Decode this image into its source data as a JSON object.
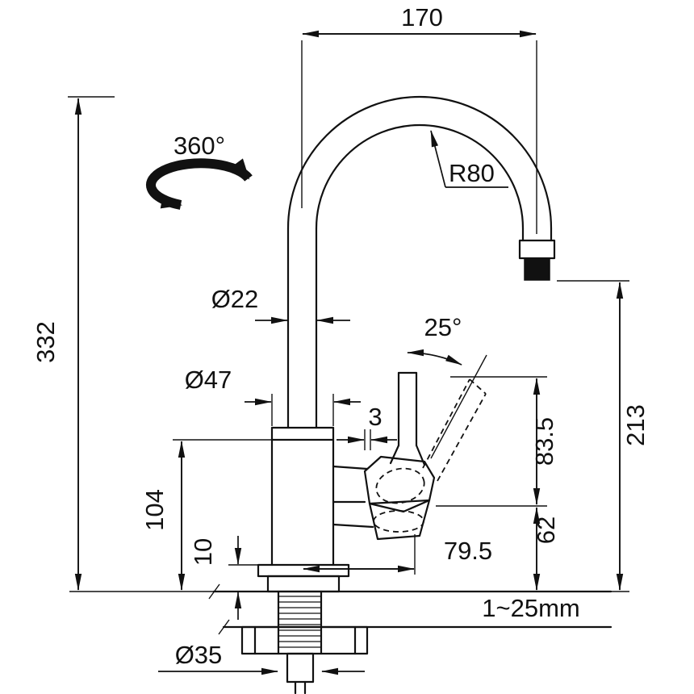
{
  "colors": {
    "line": "#111111",
    "background": "#ffffff"
  },
  "dimensions": {
    "spout_reach": "170",
    "swivel_angle": "360°",
    "spout_radius": "R80",
    "total_height": "332",
    "spout_tube_diameter": "Ø22",
    "handle_tilt_angle": "25°",
    "body_diameter": "Ø47",
    "handle_clearance": "3",
    "handle_to_hub_height": "83.5",
    "outlet_height": "213",
    "body_height": "104",
    "base_height": "10",
    "hub_height": "62",
    "handle_reach": "79.5",
    "deck_thickness_range": "1~25mm",
    "shank_diameter": "Ø35"
  }
}
